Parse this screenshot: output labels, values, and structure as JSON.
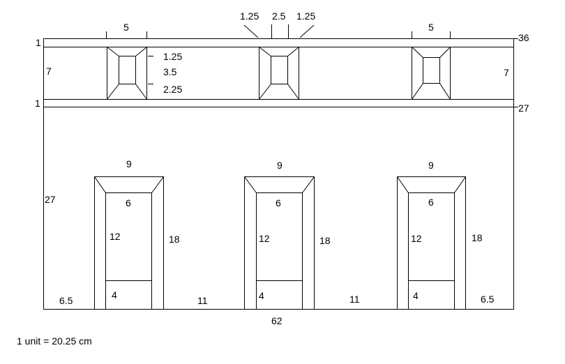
{
  "labels": {
    "top_panel_width_left": "5",
    "top_panel_width_right": "5",
    "top_detail_a": "1.25",
    "top_detail_b": "2.5",
    "top_detail_c": "1.25",
    "height_36": "36",
    "frieze_top_left": "1",
    "frieze_height_left": "7",
    "frieze_height_right": "7",
    "frieze_bottom_left": "1",
    "height_27_right": "27",
    "panel_dim_a": "1.25",
    "panel_dim_b": "3.5",
    "panel_dim_c": "2.25",
    "wall_height_left": "27",
    "total_width": "62",
    "margin_left": "6.5",
    "margin_right": "6.5",
    "gap_1": "11",
    "gap_2": "11",
    "scale_note": "1 unit = 20.25 cm"
  },
  "doors": [
    {
      "outer_width": "9",
      "inner_width": "6",
      "inner_height": "12",
      "outer_height": "18",
      "base_height": "4"
    },
    {
      "outer_width": "9",
      "inner_width": "6",
      "inner_height": "12",
      "outer_height": "18",
      "base_height": "4"
    },
    {
      "outer_width": "9",
      "inner_width": "6",
      "inner_height": "12",
      "outer_height": "18",
      "base_height": "4"
    }
  ]
}
